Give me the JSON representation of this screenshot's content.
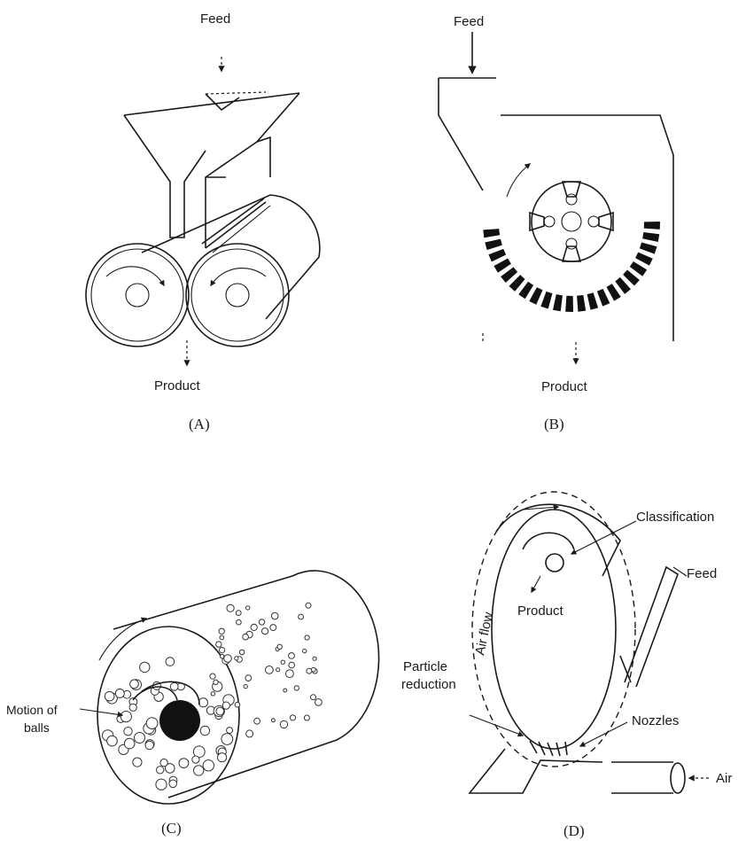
{
  "panel_a": {
    "feed_label": "Feed",
    "product_label": "Product",
    "caption": "(A)"
  },
  "panel_b": {
    "feed_label": "Feed",
    "product_label": "Product",
    "caption": "(B)"
  },
  "panel_c": {
    "balls_label_line1": "Motion of",
    "balls_label_line2": "balls",
    "caption": "(C)"
  },
  "panel_d": {
    "classification_label": "Classification",
    "feed_label": "Feed",
    "product_label": "Product",
    "air_flow_label": "Air flow",
    "particle_label_line1": "Particle",
    "particle_label_line2": "reduction",
    "nozzles_label": "Nozzles",
    "air_label": "Air",
    "caption": "(D)"
  }
}
